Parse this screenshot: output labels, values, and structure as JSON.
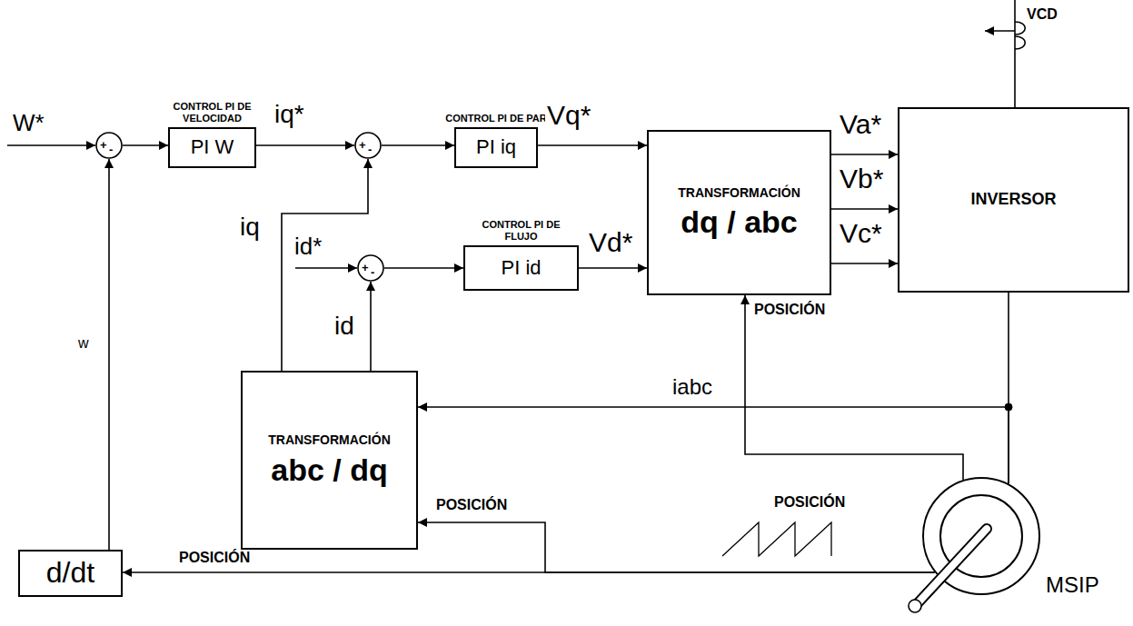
{
  "diagram": {
    "nodes": [
      {
        "text": [
          "+",
          "-"
        ]
      },
      {
        "text": [
          "CONTROL PI DE VELOCIDAD",
          "PI W"
        ]
      },
      {
        "text": [
          "+",
          "-"
        ]
      },
      {
        "text": [
          "CONTROL PI DE PAR",
          "PI iq"
        ]
      },
      {
        "text": [
          "+",
          "-"
        ]
      },
      {
        "text": [
          "CONTROL PI DE FLUJO",
          "PI id"
        ]
      },
      {
        "text": [
          "TRANSFORMACIÓN",
          "dq / abc"
        ]
      },
      {
        "text": [
          "INVERSOR"
        ]
      },
      {
        "text": [
          "TRANSFORMACIÓN",
          "abc / dq"
        ]
      },
      {
        "text": [
          "d/dt"
        ]
      },
      {
        "text": [
          "MSIP"
        ]
      }
    ],
    "edges": [
      {
        "from": 0,
        "to": 1,
        "arrow": "to"
      },
      {
        "from": 1,
        "to": 2,
        "label": "iq*",
        "arrow": "to"
      },
      {
        "from": 2,
        "to": 3,
        "arrow": "to"
      },
      {
        "from": 3,
        "to": 6,
        "label": "Vq*",
        "arrow": "to"
      },
      {
        "from": 4,
        "to": 5,
        "arrow": "to"
      },
      {
        "from": 5,
        "to": 6,
        "label": "Vd*",
        "arrow": "to"
      },
      {
        "from": 6,
        "to": 7,
        "label": "Va*",
        "arrow": "to"
      },
      {
        "from": 6,
        "to": 7,
        "label": "Vb*",
        "arrow": "to"
      },
      {
        "from": 6,
        "to": 7,
        "label": "Vc*",
        "arrow": "to"
      },
      {
        "from": 7,
        "to": 10,
        "arrow": "none"
      },
      {
        "from": 10,
        "to": 8,
        "label": "iabc",
        "arrow": "to"
      },
      {
        "from": 8,
        "to": 2,
        "label": "iq",
        "arrow": "to"
      },
      {
        "from": 8,
        "to": 4,
        "label": "id",
        "arrow": "to"
      },
      {
        "from": 10,
        "to": 8,
        "label": "POSICIÓN",
        "arrow": "to"
      },
      {
        "from": 10,
        "to": 9,
        "label": "POSICIÓN",
        "arrow": "to"
      },
      {
        "from": 10,
        "to": 6,
        "label": "POSICIÓN",
        "arrow": "to"
      },
      {
        "from": 9,
        "to": 0,
        "label": "w",
        "arrow": "to"
      }
    ],
    "labels": [
      "W*",
      "id*",
      "VCD",
      "POSICIÓN"
    ]
  }
}
